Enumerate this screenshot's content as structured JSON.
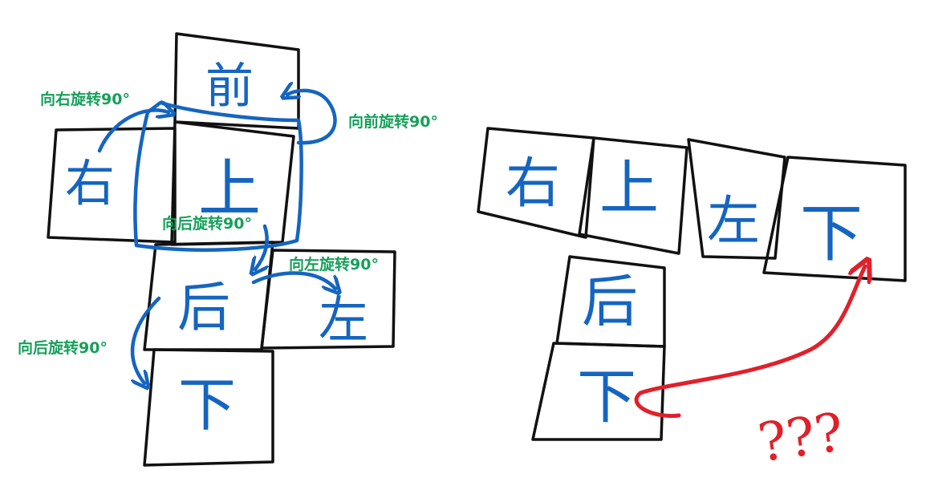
{
  "colors": {
    "ink": "#111111",
    "face_text": "#1565c0",
    "annotation": "#16a05a",
    "error_arrow": "#e0202a"
  },
  "left_net": {
    "faces": {
      "front": "前",
      "right": "右",
      "top": "上",
      "back": "后",
      "left": "左",
      "bottom": "下"
    },
    "notes": {
      "rotate_right": "向右旋转90°",
      "rotate_front": "向前旋转90°",
      "rotate_back_1": "向后旋转90°",
      "rotate_left": "向左旋转90°",
      "rotate_back_2": "向后旋转90°"
    }
  },
  "right_net": {
    "faces": {
      "right": "右",
      "top": "上",
      "left": "左",
      "bottom_target": "下",
      "back": "后",
      "bottom": "下"
    },
    "question_marks": "???"
  }
}
